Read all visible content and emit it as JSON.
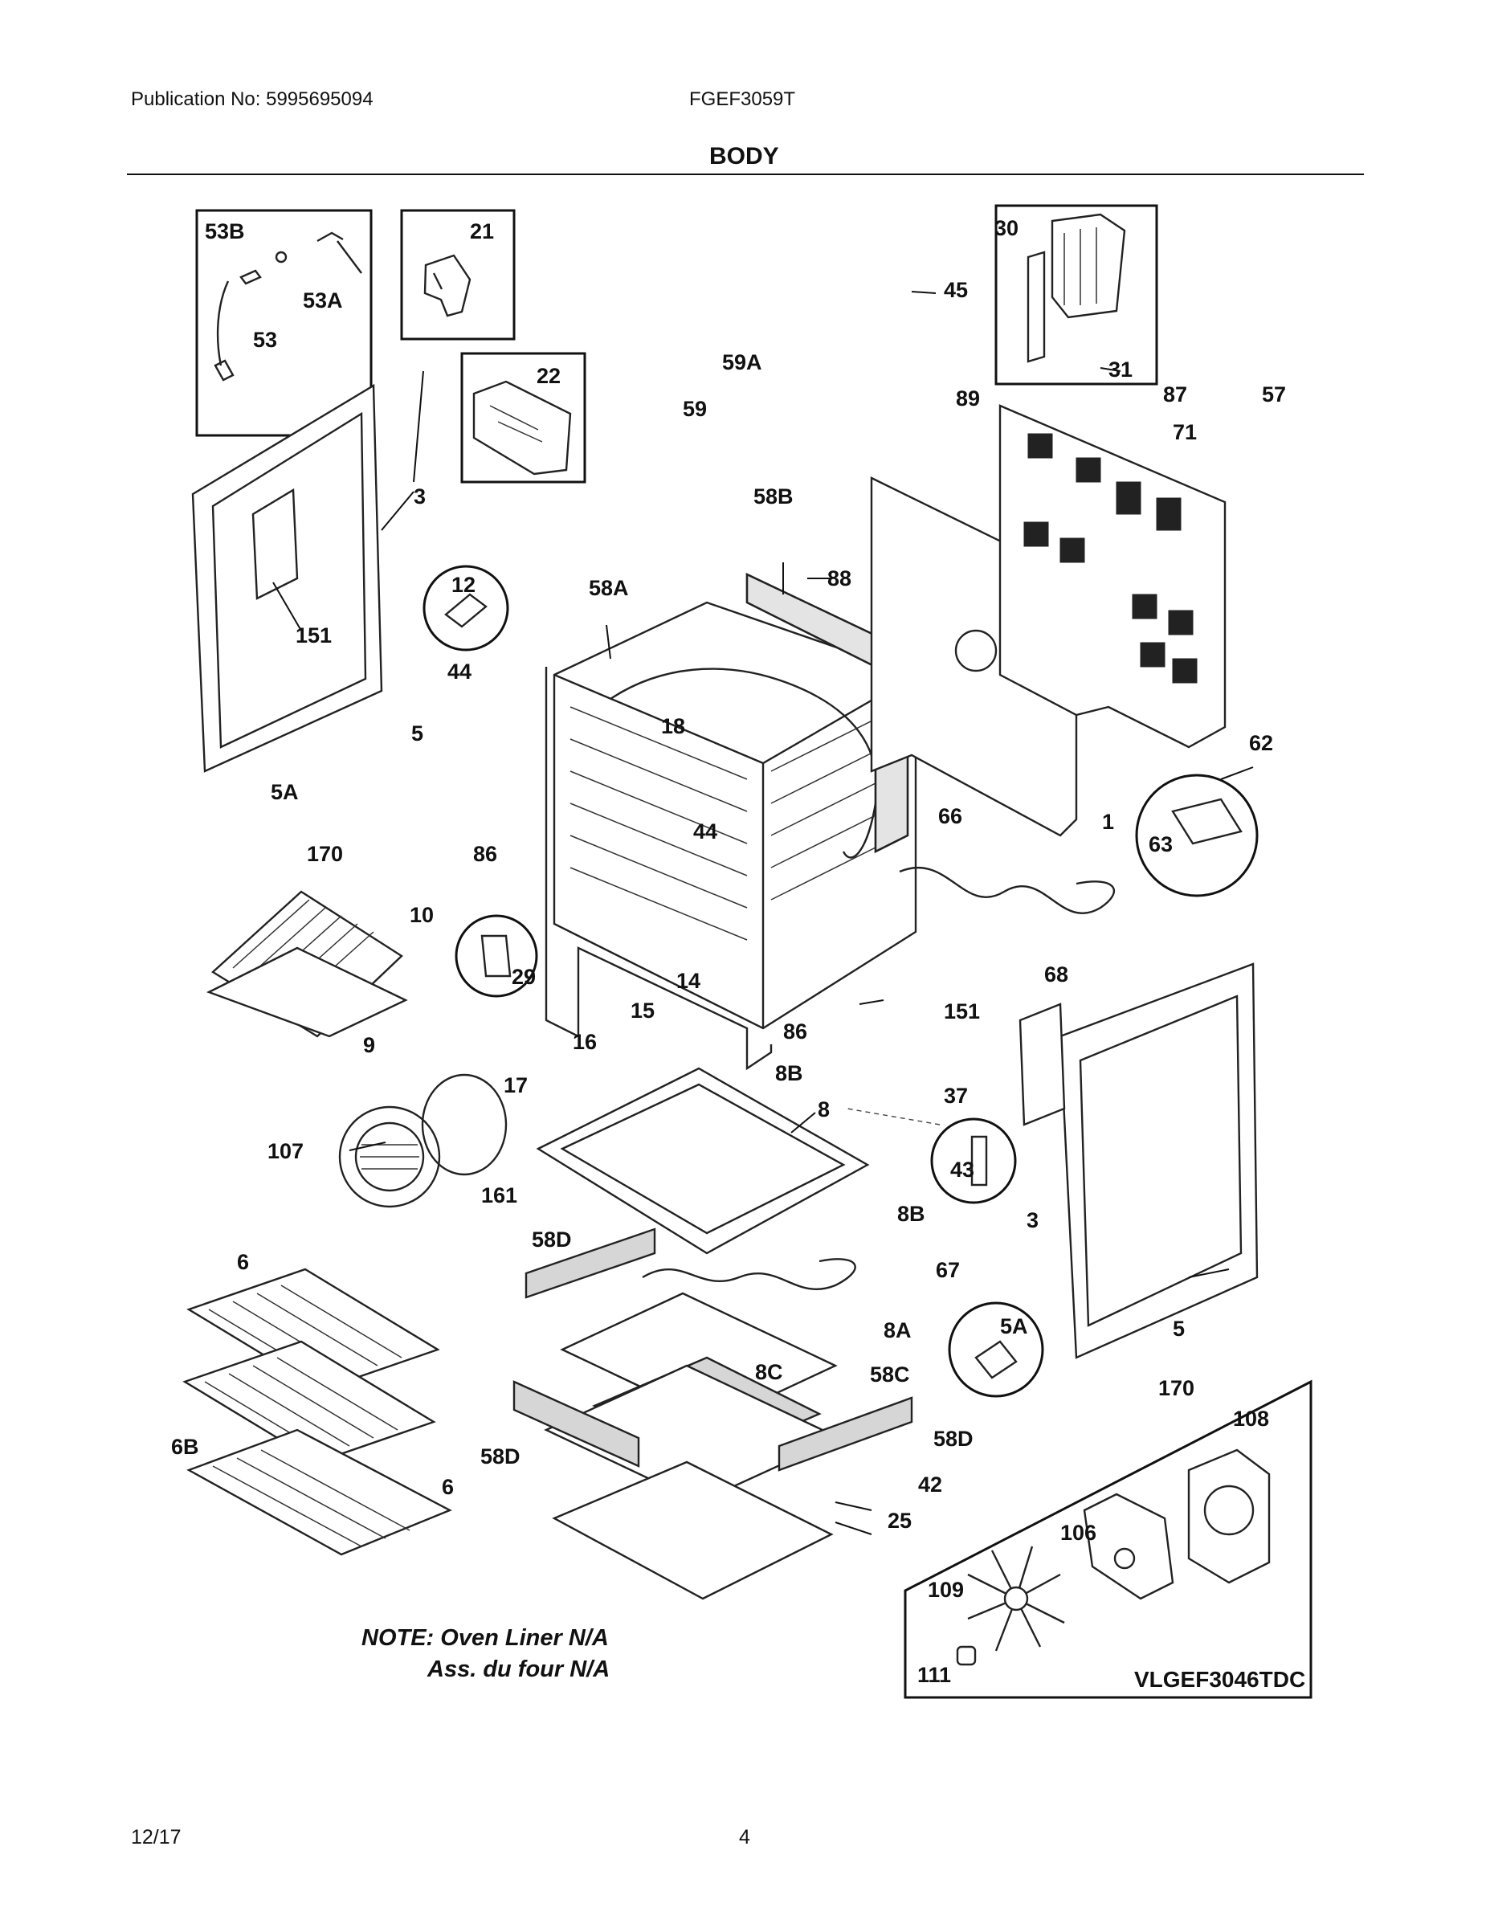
{
  "header": {
    "publication": "Publication No: 5995695094",
    "model": "FGEF3059T"
  },
  "section_title": "BODY",
  "callouts": [
    "53B",
    "21",
    "53A",
    "53",
    "22",
    "30",
    "45",
    "31",
    "59A",
    "87",
    "57",
    "59",
    "89",
    "71",
    "3",
    "58B",
    "12",
    "88",
    "58A",
    "44",
    "151",
    "18",
    "5",
    "62",
    "5A",
    "170",
    "86",
    "44",
    "1",
    "66",
    "63",
    "10",
    "29",
    "14",
    "68",
    "15",
    "9",
    "16",
    "86",
    "151",
    "17",
    "8B",
    "37",
    "107",
    "161",
    "8",
    "43",
    "8B",
    "3",
    "6",
    "58D",
    "67",
    "5A",
    "8A",
    "5",
    "8C",
    "58C",
    "170",
    "108",
    "6B",
    "58D",
    "58D",
    "42",
    "6",
    "106",
    "25",
    "109",
    "111"
  ],
  "notes": {
    "line1": "NOTE: Oven Liner N/A",
    "line2": "Ass. du four N/A"
  },
  "inset_code": "VLGEF3046TDC",
  "footer": {
    "date": "12/17",
    "page": "4"
  },
  "colors": {
    "ink": "#111111",
    "paper": "#ffffff",
    "insulation": "#d6d6d6"
  }
}
